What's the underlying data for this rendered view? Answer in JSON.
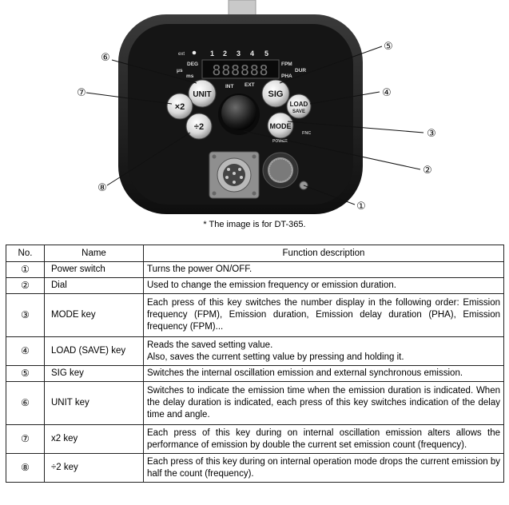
{
  "caption": "* The image is for DT-365.",
  "panel": {
    "led_text": "888888",
    "channel_numbers": [
      "1",
      "2",
      "3",
      "4",
      "5"
    ],
    "left_units": [
      "DEG",
      "μs",
      "ms"
    ],
    "right_units": [
      "FPM",
      "DUR",
      "PHA"
    ],
    "small_label": "ext",
    "int_label": "INT",
    "ext_label": "EXT",
    "func_label": "FNC",
    "power_label": "POWER",
    "buttons": {
      "unit": "UNIT",
      "sig": "SIG",
      "load": "LOAD",
      "save": "SAVE",
      "x2": "×2",
      "div2": "÷2",
      "mode": "MODE"
    }
  },
  "callouts": [
    "①",
    "②",
    "③",
    "④",
    "⑤",
    "⑥",
    "⑦",
    "⑧"
  ],
  "table": {
    "headers": [
      "No.",
      "Name",
      "Function description"
    ],
    "rows": [
      {
        "no": "①",
        "name": "Power switch",
        "desc": "Turns the power ON/OFF."
      },
      {
        "no": "②",
        "name": "Dial",
        "desc": "Used to change the emission frequency or emission duration."
      },
      {
        "no": "③",
        "name": "MODE key",
        "desc": "Each press of this key switches the number display in the following order: Emission frequency (FPM), Emission duration, Emission delay duration (PHA), Emission frequency (FPM)..."
      },
      {
        "no": "④",
        "name": "LOAD (SAVE) key",
        "desc": "Reads the saved setting value.\nAlso, saves the current setting value by pressing and holding it."
      },
      {
        "no": "⑤",
        "name": "SIG key",
        "desc": "Switches the internal oscillation emission and external synchronous emission."
      },
      {
        "no": "⑥",
        "name": "UNIT key",
        "desc": "Switches to indicate the emission time when the emission duration is indicated. When the delay duration is indicated, each press of this key switches indication of the delay time and angle."
      },
      {
        "no": "⑦",
        "name": "x2 key",
        "desc": "Each press of this key during on internal oscillation emission alters allows the performance of emission by double the current set emission count (frequency)."
      },
      {
        "no": "⑧",
        "name": "÷2 key",
        "desc": "Each press of this key during on internal operation mode drops the current emission by half the count (frequency)."
      }
    ]
  }
}
